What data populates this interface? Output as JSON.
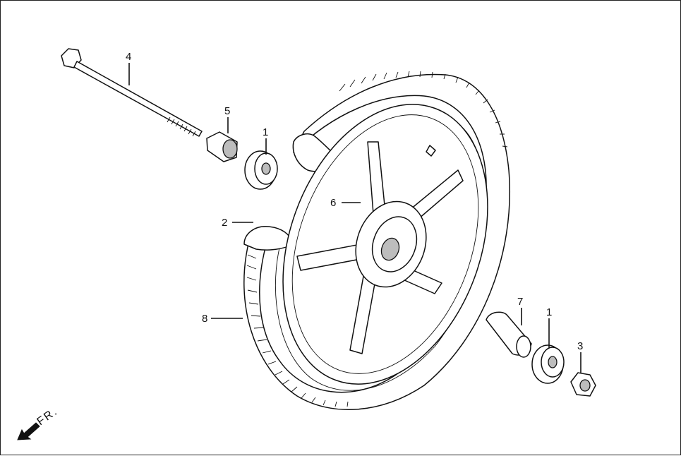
{
  "callouts": [
    {
      "id": "1a",
      "label": "1"
    },
    {
      "id": "1b",
      "label": "1"
    },
    {
      "id": "2",
      "label": "2"
    },
    {
      "id": "3",
      "label": "3"
    },
    {
      "id": "4",
      "label": "4"
    },
    {
      "id": "5",
      "label": "5"
    },
    {
      "id": "6",
      "label": "6"
    },
    {
      "id": "7",
      "label": "7"
    },
    {
      "id": "8",
      "label": "8"
    }
  ],
  "direction_marker": {
    "label": "FR.",
    "icon": "front-direction-arrow-icon"
  },
  "colors": {
    "line": "#111111",
    "fill": "#ffffff",
    "shade": "#bdbdbd"
  }
}
